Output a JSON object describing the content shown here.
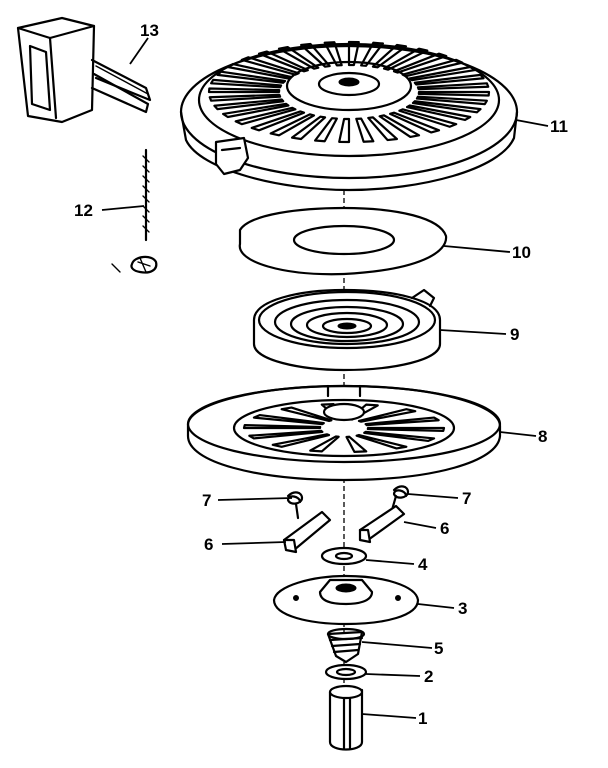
{
  "parts": [
    {
      "id": "p1",
      "label": "1"
    },
    {
      "id": "p2",
      "label": "2"
    },
    {
      "id": "p3",
      "label": "3"
    },
    {
      "id": "p4",
      "label": "4"
    },
    {
      "id": "p5",
      "label": "5"
    },
    {
      "id": "p6a",
      "label": "6"
    },
    {
      "id": "p6b",
      "label": "6"
    },
    {
      "id": "p7a",
      "label": "7"
    },
    {
      "id": "p7b",
      "label": "7"
    },
    {
      "id": "p8",
      "label": "8"
    },
    {
      "id": "p9",
      "label": "9"
    },
    {
      "id": "p10",
      "label": "10"
    },
    {
      "id": "p11",
      "label": "11"
    },
    {
      "id": "p12",
      "label": "12"
    },
    {
      "id": "p13",
      "label": "13"
    }
  ]
}
